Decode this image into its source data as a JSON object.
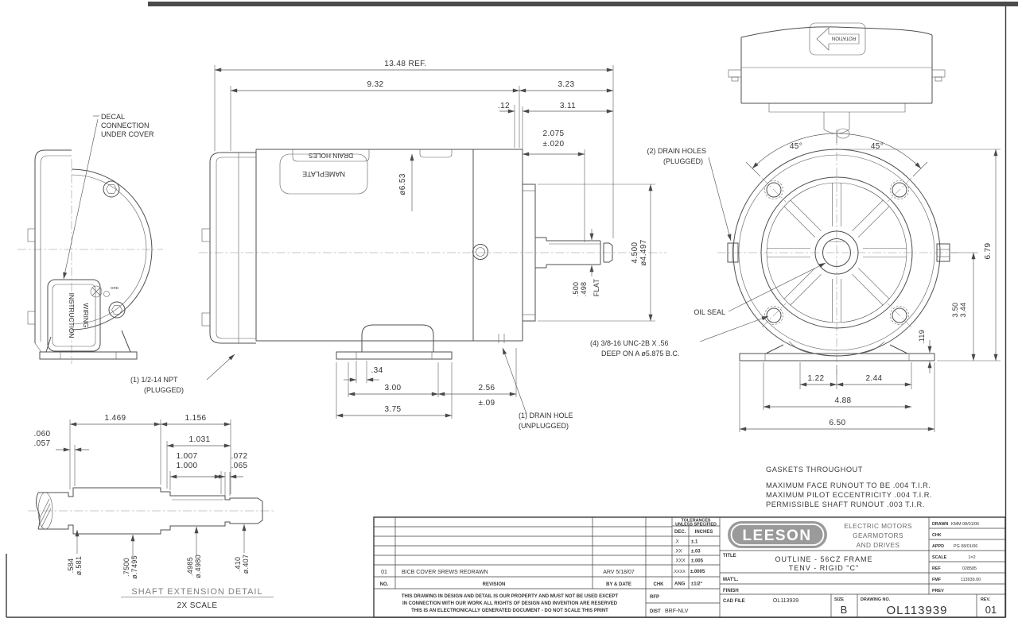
{
  "front_view": {
    "callout_decal_1": "DECAL",
    "callout_decal_2": "CONNECTION",
    "callout_decal_3": "UNDER COVER",
    "wiring_1": "WIRING",
    "wiring_2": "INSTRUCTION",
    "grd": "GRD"
  },
  "side_view": {
    "dim_overall": "13.48 REF.",
    "dim_932": "9.32",
    "dim_323": "3.23",
    "dim_12": ".12",
    "dim_311": "3.11",
    "dim_2075": "2.075",
    "dim_2075_tol": "±.020",
    "dim_dia653": "ø6.53",
    "label_nameplate": "NAMEPLATE",
    "label_drain_holes": "DRAIN HOLES",
    "dim_4500": "4.500",
    "dim_4497": "ø4.497",
    "dim_500": ".500",
    "dim_498": ".498",
    "label_flat": "FLAT",
    "dim_34": ".34",
    "dim_300": "3.00",
    "dim_375": "3.75",
    "dim_256": "2.56",
    "dim_256_tol": "±.09",
    "callout_npt_1": "(1) 1/2-14 NPT",
    "callout_npt_2": "(PLUGGED)",
    "callout_drain_1": "(1) DRAIN HOLE",
    "callout_drain_2": "(UNPLUGGED)"
  },
  "end_view": {
    "label_rotation": "ROTATION",
    "ang_left": "45°",
    "ang_right": "45°",
    "callout_drain_1": "(2) DRAIN HOLES",
    "callout_drain_2": "(PLUGGED)",
    "callout_oil_seal": "OIL SEAL",
    "callout_tap_1": "(4) 3/8-16 UNC-2B X .56",
    "callout_tap_2": "DEEP ON A ø5.875 B.C.",
    "dim_679": "6.79",
    "dim_350": "3.50",
    "dim_344": "3.44",
    "dim_119": ".119",
    "dim_122": "1.22",
    "dim_244": "2.44",
    "dim_488": "4.88",
    "dim_650": "6.50"
  },
  "shaft_detail": {
    "dim_1469": "1.469",
    "dim_1156": "1.156",
    "dim_1031": "1.031",
    "dim_1007": "1.007",
    "dim_1000": "1.000",
    "dim_072": ".072",
    "dim_065": ".065",
    "dim_060": ".060",
    "dim_057": ".057",
    "dim_584": ".584",
    "dim_581": "ø.581",
    "dim_7500": ".7500",
    "dim_7495": "ø.7495",
    "dim_4985": ".4985",
    "dim_4980": "ø.4980",
    "dim_410": ".410",
    "dim_407": "ø.407",
    "title": "SHAFT EXTENSION DETAIL",
    "scale": "2X SCALE"
  },
  "notes": {
    "n1": "GASKETS THROUGHOUT",
    "n2": "MAXIMUM FACE RUNOUT TO BE .004 T.I.R.",
    "n3": "MAXIMUM PILOT ECCENTRICITY .004 T.I.R.",
    "n4": "PERMISSIBLE SHAFT RUNOUT .003 T.I.R."
  },
  "title_block": {
    "tolerances": {
      "header_1": "TOLERANCES",
      "header_2": "UNLESS SPECIFIED",
      "col_dec": "DEC.",
      "col_inches": "INCHES",
      "r1_d": ".X",
      "r1_v": "±.1",
      "r2_d": ".XX",
      "r2_v": "±.03",
      "r3_d": ".XXX",
      "r3_v": "±.005",
      "r4_d": ".XXXX",
      "r4_v": "±.0005",
      "ang_d": "ANG",
      "ang_v": "±1/2°",
      "chk": "CHK"
    },
    "revisions": {
      "no": "01",
      "desc": "BICB COVER SREWS REDRAWN",
      "by_date": "ARV  5/18/07",
      "h_no": "NO.",
      "h_rev": "REVISION",
      "h_by": "BY & DATE"
    },
    "disclaimer_1": "THIS DRAWING IN DESIGN AND DETAIL IS OUR PROPERTY AND MUST NOT BE USED EXCEPT",
    "disclaimer_2": "IN CONNECTION WITH OUR WORK ALL RIGHTS OF DESIGN AND INVENTION ARE RESERVED",
    "disclaimer_3": "THIS IS AN ELECTRONICALLY GENERATED DOCUMENT - DO NOT SCALE THIS PRINT",
    "company": {
      "logo": "LEESON",
      "line_1": "ELECTRIC MOTORS",
      "line_2": "GEARMOTORS",
      "line_3": "AND DRIVES"
    },
    "fields": {
      "drawn_label": "DRAWN",
      "drawn": "KMM 08/01/06",
      "chk_label": "CHK",
      "appd_label": "APPD",
      "appd": "PG 08/01/06",
      "scale_label": "SCALE",
      "scale": "1=2",
      "ref_label": "REF",
      "ref": "028585",
      "fmf_label": "FMF",
      "fmf": "113939.00",
      "prev_label": "PREV",
      "title_label": "TITLE",
      "title_1": "OUTLINE - 56CZ FRAME",
      "title_2": "TENV - RIGID \"C\"",
      "matl_label": "MAT'L.",
      "finish_label": "FINISH",
      "rfp_label": "RFP",
      "dist_label": "DIST",
      "dist": "BRF-NLV",
      "cad_label": "CAD FILE",
      "cad_file": "OL113939",
      "size_label": "SIZE",
      "size": "B",
      "dwg_label": "DRAWING NO.",
      "dwg_no": "OL113939",
      "rev_label": "REV.",
      "rev": "01"
    }
  }
}
